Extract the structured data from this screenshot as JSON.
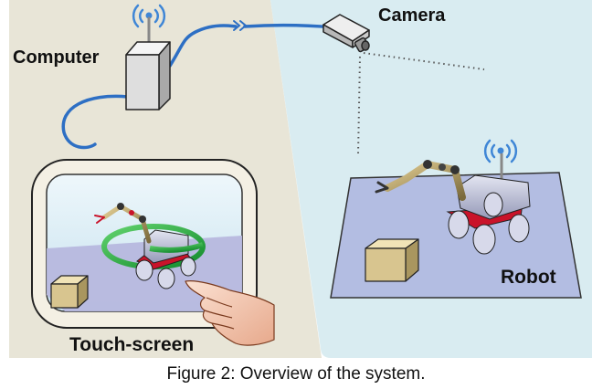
{
  "labels": {
    "computer": "Computer",
    "camera": "Camera",
    "touch_screen": "Touch-screen",
    "robot": "Robot"
  },
  "caption": "Figure 2: Overview of the system.",
  "colors": {
    "left_panel": "#e8e5d7",
    "right_panel": "#d9ecf1",
    "cable": "#2d6fc4",
    "wireless": "#3f86d6",
    "floor": "#b3bde2",
    "box": "#d8c58f",
    "ring": "#27b044",
    "robot_body": "#c4c7dc",
    "robot_base": "#c9132a"
  },
  "icons": [
    "wifi-icon",
    "computer-tower-icon",
    "camera-icon",
    "touch-screen-icon",
    "robot-icon",
    "hand-icon",
    "box-icon"
  ]
}
